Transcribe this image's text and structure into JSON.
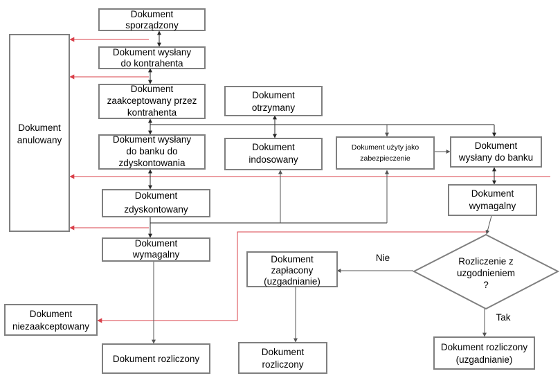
{
  "nodes": {
    "sporzadzony": [
      "Dokument",
      "sporządzony"
    ],
    "wyslany_kontrahent": [
      "Dokument wysłany",
      "do kontrahenta"
    ],
    "zaakceptowany": [
      "Dokument",
      "zaakceptowany przez",
      "kontrahenta"
    ],
    "wyslany_dyskonto": [
      "Dokument wysłany",
      "do banku do",
      "zdyskontowania"
    ],
    "zdyskontowany": [
      "Dokument",
      "zdyskontowany"
    ],
    "wymagalny_left": [
      "Dokument",
      "wymagalny"
    ],
    "rozliczony_left": [
      "Dokument rozliczony"
    ],
    "anulowany": [
      "Dokument",
      "anulowany"
    ],
    "otrzymany": [
      "Dokument",
      "otrzymany"
    ],
    "indosowany": [
      "Dokument",
      "indosowany"
    ],
    "zabezpieczenie": [
      "Dokument  użyty jako",
      "zabezpieczenie"
    ],
    "wyslany_bank": [
      "Dokument",
      "wysłany do banku"
    ],
    "wymagalny_right": [
      "Dokument",
      "wymagalny"
    ],
    "decision": [
      "Rozliczenie z",
      "uzgodnieniem",
      "?"
    ],
    "zaplacony": [
      "Dokument",
      "zapłacony",
      "(uzgadnianie)"
    ],
    "rozliczony_mid": [
      "Dokument",
      "rozliczony"
    ],
    "rozliczony_right": [
      "Dokument rozliczony",
      "(uzgadnianie)"
    ],
    "niezaakceptowany": [
      "Dokument",
      "niezaakceptowany"
    ]
  },
  "edge_labels": {
    "no": "Nie",
    "yes": "Tak"
  },
  "colors": {
    "box_border": "#7f7f7f",
    "flow_line": "#262626",
    "cancel_line": "#d9404a"
  }
}
